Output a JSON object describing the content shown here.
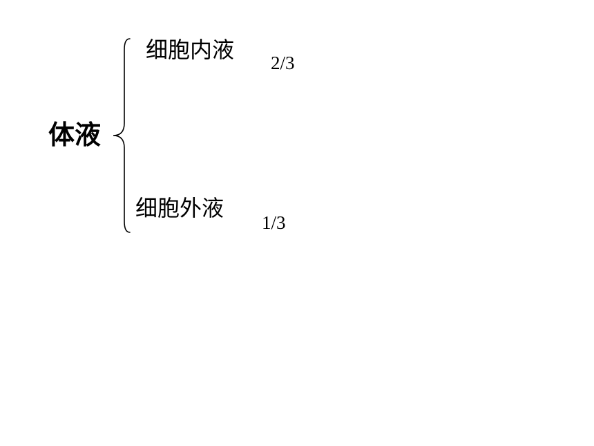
{
  "diagram": {
    "root": {
      "label": "体液"
    },
    "branches": [
      {
        "label": "细胞内液",
        "fraction": "2/3"
      },
      {
        "label": "细胞外液",
        "fraction": "1/3"
      }
    ]
  },
  "colors": {
    "text": "#000000",
    "background": "#ffffff",
    "brace": "#000000"
  }
}
